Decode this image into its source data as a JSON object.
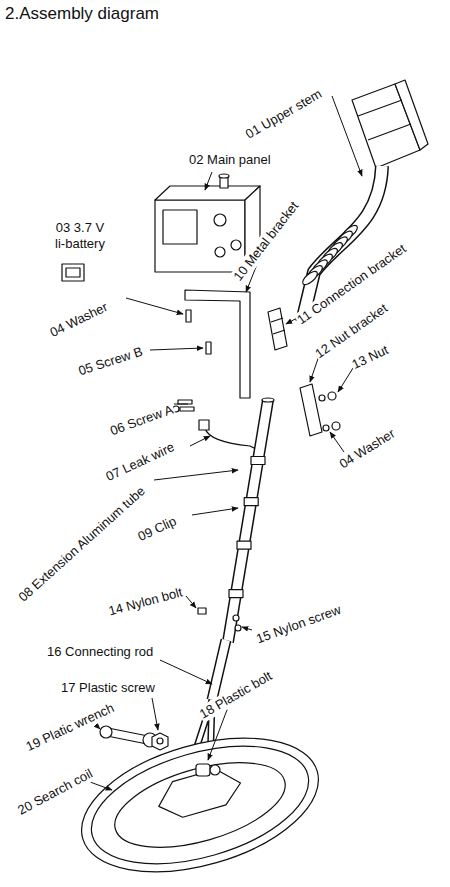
{
  "diagram": {
    "title": "2.Assembly diagram",
    "labels": [
      "01 Upper stem",
      "02 Main panel",
      "03 3.7 V li-battery",
      "04 Washer",
      "05 Screw B",
      "06 Screw A",
      "07 Leak wire",
      "08 Extension Aluminum tube",
      "09 Clip",
      "10 Metal bracket",
      "11 Connection bracket",
      "12 Nut bracket",
      "13 Nut",
      "04 Washer",
      "14 Nylon bolt",
      "15 Nylon screw",
      "16 Connecting rod",
      "17 Plastic screw",
      "18 Plastic bolt",
      "19 Platic wrench",
      "20 Search coil"
    ]
  }
}
